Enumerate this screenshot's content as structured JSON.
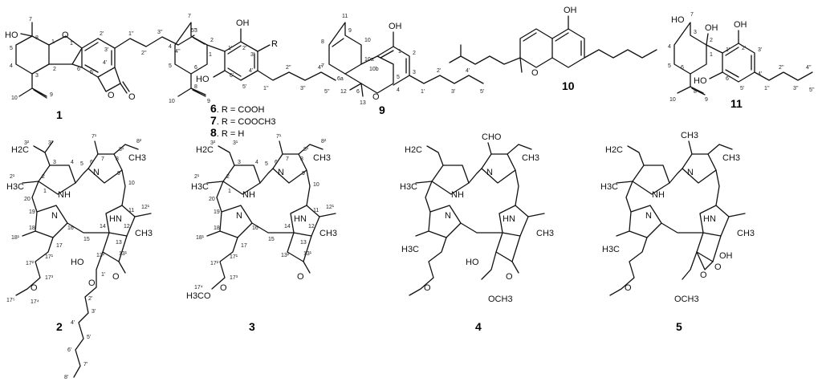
{
  "compounds": [
    {
      "id": "1"
    },
    {
      "id": "9"
    },
    {
      "id": "10"
    },
    {
      "id": "11"
    },
    {
      "id": "2"
    },
    {
      "id": "3"
    },
    {
      "id": "4"
    },
    {
      "id": "5"
    }
  ],
  "compound_6_8": {
    "r_label": "R",
    "variants": [
      {
        "num": "6",
        "text": ". R = COOH"
      },
      {
        "num": "7",
        "text": ". R = COOCH3"
      },
      {
        "num": "8",
        "text": ". R = H"
      }
    ]
  },
  "atom_labels": {
    "HO": "HO",
    "OH": "OH",
    "O": "O",
    "NH": "NH",
    "HN": "HN",
    "N": "N",
    "H3C": "H3C",
    "CH3": "CH3",
    "CHO": "CHO",
    "H2C": "H2C",
    "OCH3": "OCH3",
    "H3CO": "H3CO"
  },
  "locants_c1": [
    "7",
    "8",
    "1",
    "1'",
    "2'",
    "3'",
    "4'",
    "5'",
    "6'",
    "1''",
    "2''",
    "3''",
    "4''",
    "5''",
    "2",
    "3",
    "4",
    "5",
    "9",
    "10"
  ],
  "locants_c6": [
    "7",
    "3",
    "2",
    "1",
    "6",
    "5",
    "4",
    "8",
    "9",
    "10",
    "1'",
    "2'",
    "3'",
    "4'",
    "5'",
    "6'",
    "1''",
    "2''",
    "3''",
    "4''",
    "5''"
  ],
  "locants_c9": [
    "11",
    "8",
    "9",
    "10",
    "10a",
    "10b",
    "7",
    "6a",
    "6",
    "12",
    "13",
    "1",
    "2",
    "3",
    "4",
    "5",
    "1'",
    "2'",
    "3'",
    "4'",
    "5'"
  ],
  "locants_c11": [
    "7",
    "3",
    "2",
    "1",
    "6",
    "5",
    "4",
    "8",
    "9",
    "10",
    "1'",
    "2'",
    "3'",
    "4'",
    "5'",
    "6'",
    "1''",
    "2''",
    "3''",
    "4''",
    "5''"
  ],
  "locants_c2": [
    "3²",
    "3¹",
    "3",
    "4",
    "5",
    "6",
    "7",
    "7¹",
    "8",
    "8¹",
    "8²",
    "2",
    "2¹",
    "1",
    "20",
    "10",
    "9",
    "11",
    "12",
    "12¹",
    "13",
    "13¹",
    "13²",
    "14",
    "15",
    "16",
    "17",
    "17¹",
    "17²",
    "17³",
    "17⁴",
    "17⁵",
    "18",
    "18¹",
    "19",
    "1'",
    "2'",
    "3'",
    "4'",
    "5'",
    "6'",
    "7'",
    "8'"
  ],
  "locants_c3": [
    "3²",
    "3¹",
    "3",
    "4",
    "5",
    "6",
    "7",
    "7¹",
    "8",
    "8¹",
    "8²",
    "2",
    "2¹",
    "1",
    "20",
    "9",
    "10",
    "11",
    "12",
    "12¹",
    "13",
    "13¹",
    "13²",
    "14",
    "15",
    "16",
    "17",
    "17¹",
    "17²",
    "17³",
    "17⁴",
    "18",
    "18¹",
    "19"
  ]
}
